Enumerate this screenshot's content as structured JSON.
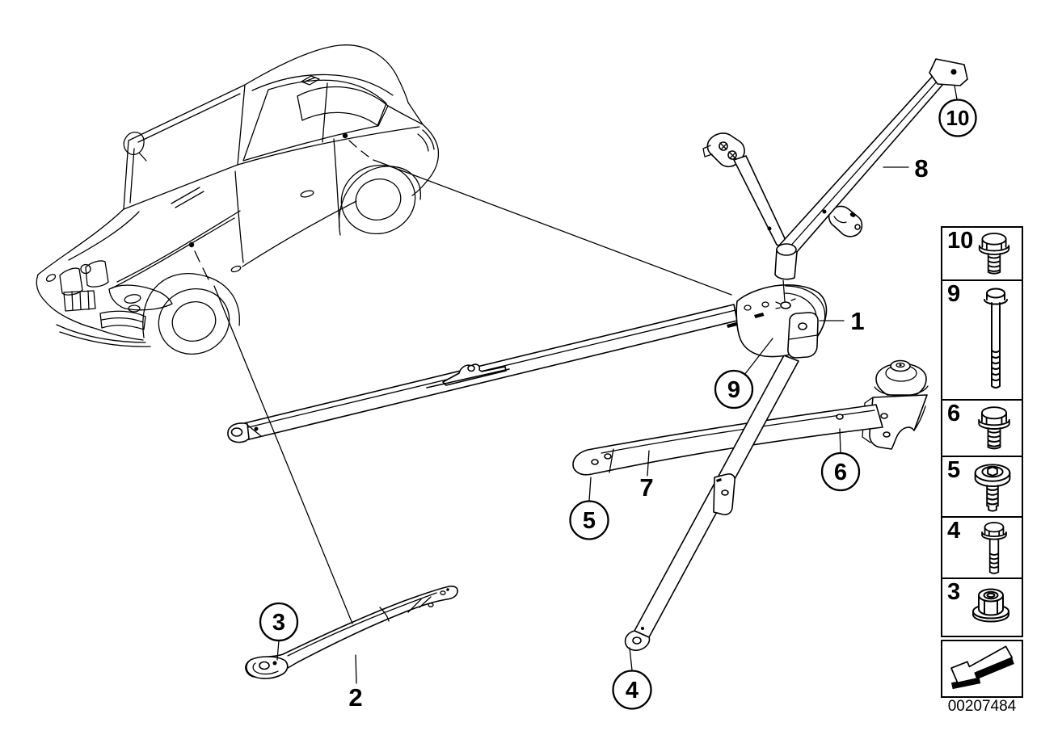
{
  "page": {
    "background": "#ffffff",
    "line_color": "#000000"
  },
  "diagram": {
    "labels": {
      "l1": "1",
      "l2": "2",
      "l7": "7",
      "l8": "8"
    },
    "circles": {
      "c3": "3",
      "c4": "4",
      "c5": "5",
      "c6": "6",
      "c9": "9",
      "c10": "10"
    }
  },
  "sidebar": {
    "items": [
      {
        "label": "10",
        "icon": "hex-flange-bolt-short-icon"
      },
      {
        "label": "9",
        "icon": "hex-bolt-long-icon"
      },
      {
        "label": "6",
        "icon": "hex-flange-bolt-short-icon"
      },
      {
        "label": "5",
        "icon": "washer-head-screw-icon"
      },
      {
        "label": "4",
        "icon": "hex-flange-bolt-icon"
      },
      {
        "label": "3",
        "icon": "hex-flange-nut-icon"
      }
    ],
    "arrow_icon": "back-arrow-icon"
  },
  "footer": {
    "document_number": "00207484"
  }
}
